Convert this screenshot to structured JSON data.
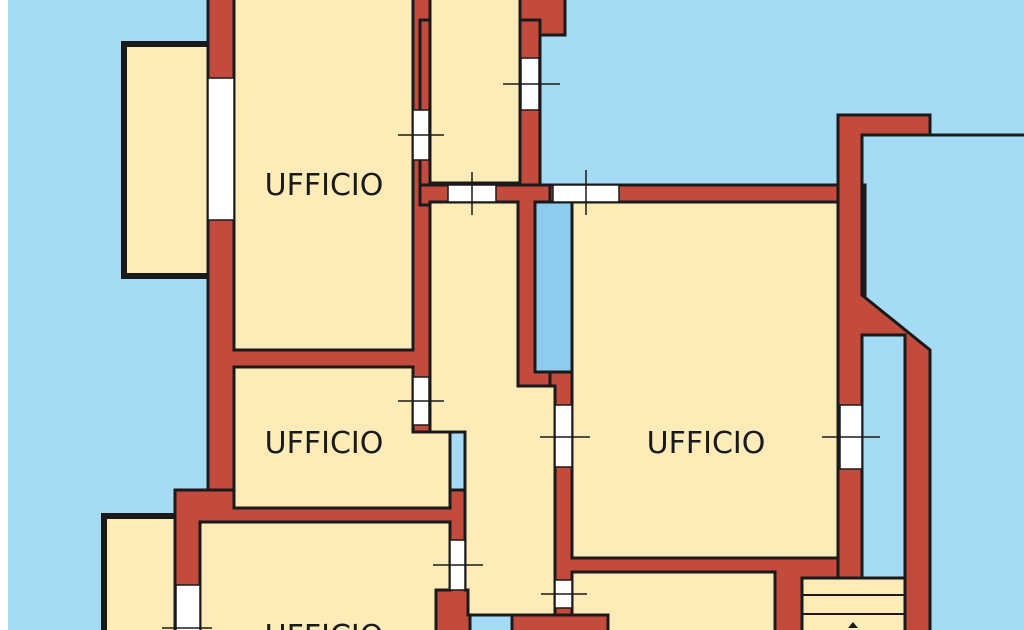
{
  "plan": {
    "rooms": [
      {
        "label": "UFFICIO"
      },
      {
        "label": "UFFICIO"
      },
      {
        "label": "UFFICIO"
      },
      {
        "label": "UFFICIO"
      }
    ]
  },
  "colors": {
    "background": "#a6dbf5",
    "wall": "#c24b3e",
    "floor": "#fdecb8",
    "water_room": "#8ecbef"
  }
}
